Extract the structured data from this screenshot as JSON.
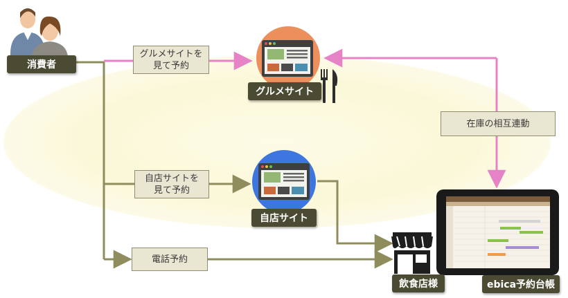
{
  "nodes": {
    "consumer": "消費者",
    "gourmet_site": "グルメサイト",
    "own_site": "自店サイト",
    "restaurant": "飲食店様",
    "ebica": "ebica予約台帳"
  },
  "edges": {
    "gourmet": "グルメサイトを\n見て予約",
    "own": "自店サイトを\n見て予約",
    "phone": "電話予約",
    "sync": "在庫の相互連動"
  },
  "colors": {
    "pink": "#e683c6",
    "olive": "#8f8c5e",
    "gourmet_circle": "#ec8f5c",
    "own_circle": "#3c76de",
    "label_bg": "#e9e6d2",
    "tag_bg": "#4b4a32",
    "ellipse": "#fbf8d8"
  },
  "icons": [
    "consumer-people-icon",
    "browser-window-icon",
    "fork-knife-icon",
    "storefront-icon",
    "tablet-icon"
  ]
}
